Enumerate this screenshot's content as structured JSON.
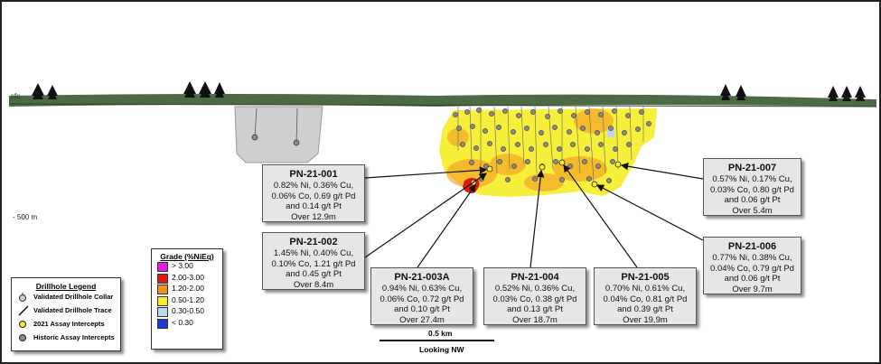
{
  "surface_label": "sfc",
  "depth_label": "- 500 m",
  "scale": {
    "bar_label": "0.5 km",
    "view_direction": "Looking NW"
  },
  "grade_legend": {
    "title": "Grade (%NiEq)",
    "items": [
      {
        "label": "> 3.00",
        "color": "#e020e0"
      },
      {
        "label": "2.00-3.00",
        "color": "#e01818"
      },
      {
        "label": "1.20-2.00",
        "color": "#f39220"
      },
      {
        "label": "0.50-1.20",
        "color": "#f5ee2a"
      },
      {
        "label": "0.30-0.50",
        "color": "#b9d9ec"
      },
      {
        "label": "< 0.30",
        "color": "#1a3cd6"
      }
    ]
  },
  "drillhole_legend": {
    "title": "Drillhole Legend",
    "items": [
      {
        "label": "Validated Drillhole Collar",
        "icon": "collar-icon"
      },
      {
        "label": "Validated Drillhole Trace",
        "icon": "trace-icon"
      },
      {
        "label": "2021 Assay Intercepts",
        "icon": "yellow-dot-icon",
        "color": "#f5ee2a"
      },
      {
        "label": "Historic Assay Intercepts",
        "icon": "grey-dot-icon",
        "color": "#8a8a8a"
      }
    ]
  },
  "callouts": [
    {
      "hole": "PN-21-001",
      "lines": [
        "0.82% Ni, 0.36% Cu,",
        "0.06% Co, 0.69 g/t Pd",
        "and 0.14 g/t Pt",
        "Over 12.9m"
      ]
    },
    {
      "hole": "PN-21-002",
      "lines": [
        "1.45% Ni, 0.40% Cu,",
        "0.10% Co, 1.21 g/t Pd",
        "and 0.45 g/t Pt",
        "Over 8.4m"
      ]
    },
    {
      "hole": "PN-21-003A",
      "lines": [
        "0.94% Ni, 0.63% Cu,",
        "0.06% Co, 0.72 g/t Pd",
        "and 0.10 g/t Pt",
        "Over 27.4m"
      ]
    },
    {
      "hole": "PN-21-004",
      "lines": [
        "0.52% Ni, 0.36% Cu,",
        "0.03% Co, 0.38 g/t Pd",
        "and 0.13 g/t Pt",
        "Over 18.7m"
      ]
    },
    {
      "hole": "PN-21-005",
      "lines": [
        "0.70% Ni, 0.61% Cu,",
        "0.04% Co, 0.81 g/t Pd",
        "and 0.39 g/t Pt",
        "Over 19.9m"
      ]
    },
    {
      "hole": "PN-21-006",
      "lines": [
        "0.77% Ni, 0.38% Cu,",
        "0.04% Co, 0.79 g/t Pd",
        "and 0.06 g/t Pt",
        "Over 9.7m"
      ]
    },
    {
      "hole": "PN-21-007",
      "lines": [
        "0.57% Ni, 0.17% Cu,",
        "0.03% Co, 0.80 g/t Pd",
        "and 0.06 g/t Pt",
        "Over 5.4m"
      ]
    }
  ]
}
